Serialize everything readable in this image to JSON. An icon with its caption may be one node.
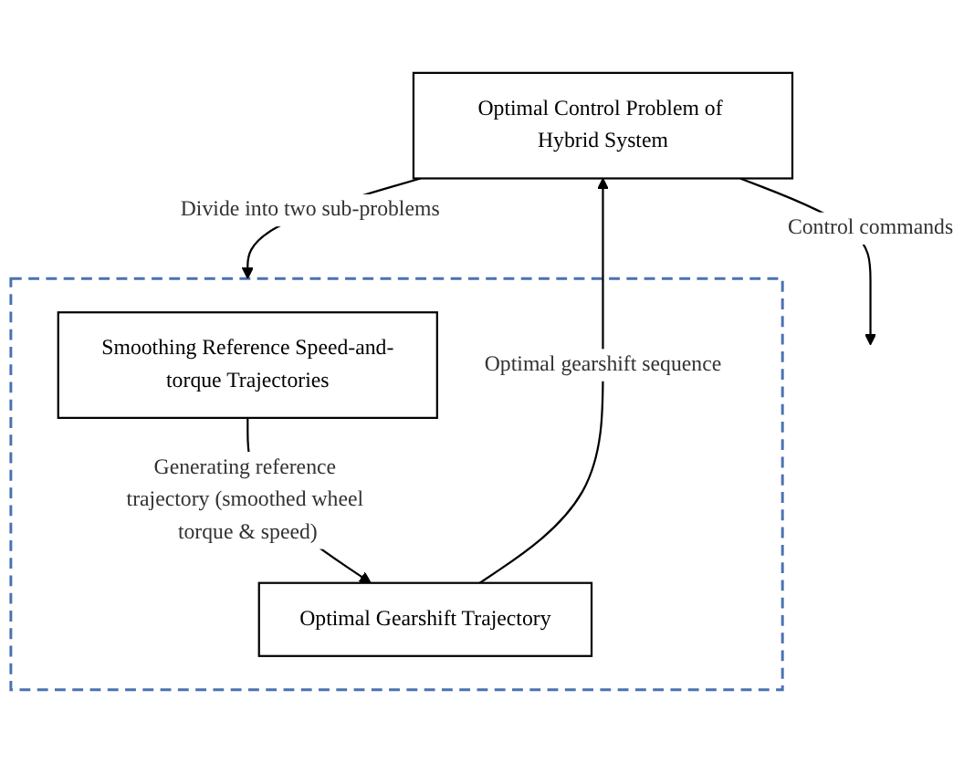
{
  "diagram": {
    "nodes": [
      {
        "text": [
          "Optimal Control Problem of Hybrid System"
        ]
      },
      {
        "text": [],
        "shape": "box"
      },
      {
        "text": [
          "Smoothing Reference Speed-and-torque Trajectories"
        ],
        "in": 1
      },
      {
        "text": [
          "Optimal Gearshift Trajectory"
        ],
        "in": 1
      }
    ],
    "edges": [
      {
        "from": 0,
        "to": null,
        "arrow": "to",
        "label": "Control commands"
      },
      {
        "from": 0,
        "to": 1,
        "arrow": "to",
        "label": "Divide into two sub-problems"
      },
      {
        "from": 2,
        "to": 3,
        "arrow": "to",
        "label": "Generating reference trajectory (smoothed wheel torque & speed)"
      },
      {
        "from": 3,
        "to": 0,
        "arrow": "to",
        "label": "Optimal gearshift sequence"
      }
    ]
  }
}
